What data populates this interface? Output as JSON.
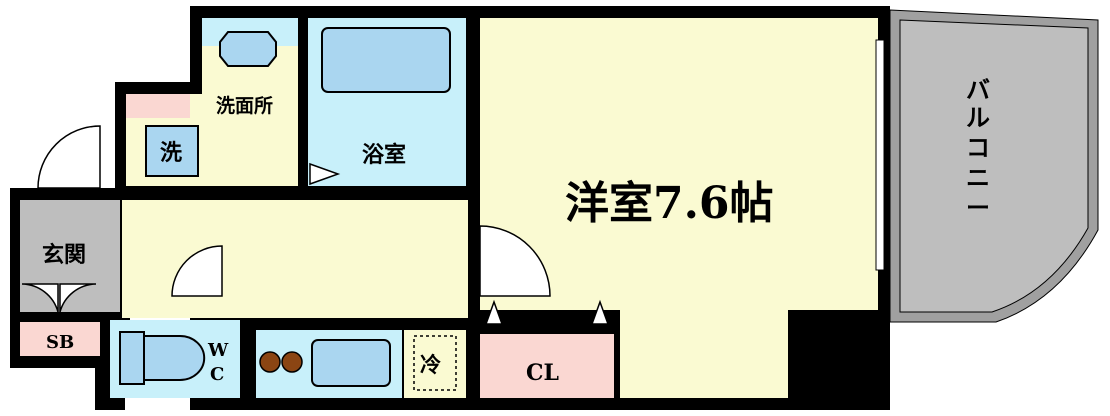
{
  "rooms": {
    "western_room": "洋室7.6帖",
    "bathroom": "浴室",
    "washroom": "洗面所",
    "washer": "洗",
    "entrance": "玄関",
    "shoe_box": "SB",
    "toilet_w": "W",
    "toilet_c": "C",
    "fridge": "冷",
    "closet": "CL",
    "balcony_lines": [
      "バ",
      "ル",
      "コ",
      "ニ",
      "ー"
    ]
  },
  "colors": {
    "wall": "#000000",
    "room_ivory": "#fafad2",
    "wet_area_blue": "#c8f0fa",
    "entrance_grey": "#bebebe",
    "balcony_grey": "#a0a0a0",
    "closet_pink": "#fad7d2"
  }
}
